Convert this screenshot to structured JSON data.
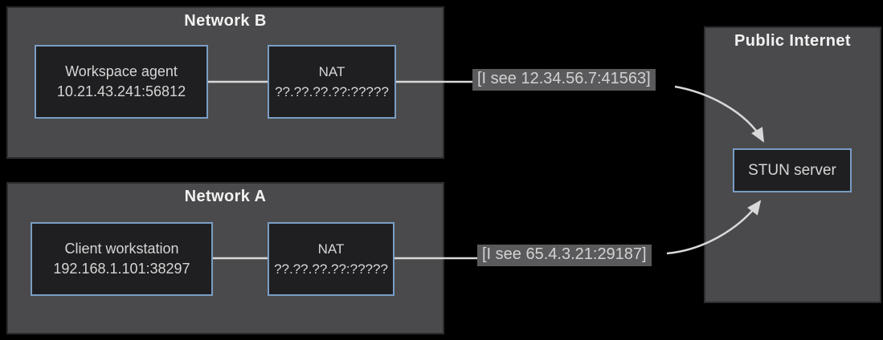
{
  "diagram": {
    "background": "#000000",
    "group_fill": "#4a4a4c",
    "node_border": "#7a9dc4",
    "line_color": "#d8d8d8",
    "networks": [
      {
        "title": "Network B",
        "device": {
          "name": "Workspace agent",
          "address": "10.21.43.241:56812"
        },
        "nat": {
          "name": "NAT",
          "address": "??.??.??.??:?????"
        },
        "stun_observation": "[I see 12.34.56.7:41563]"
      },
      {
        "title": "Network A",
        "device": {
          "name": "Client workstation",
          "address": "192.168.1.101:38297"
        },
        "nat": {
          "name": "NAT",
          "address": "??.??.??.??:?????"
        },
        "stun_observation": "[I see 65.4.3.21:29187]"
      }
    ],
    "internet": {
      "title": "Public Internet",
      "server_label": "STUN server"
    }
  }
}
